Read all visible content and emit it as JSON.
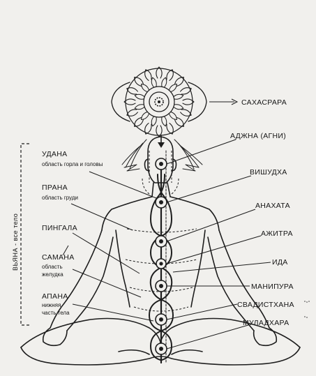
{
  "diagram": {
    "right_labels": {
      "sahasrara": "САХАСРАРА",
      "ajna": "АДЖНА (АГНИ)",
      "vishuddha": "ВИШУДХА",
      "anahata": "АНАХАТА",
      "ajitra": "АЖИТРА",
      "ida": "ИДА",
      "manipura": "МАНИПУРА",
      "svadhisthana": "СВАДИСТХАНА",
      "muladhara": "МУЛАДХАРА"
    },
    "left_labels": {
      "udana": {
        "title": "УДАНА",
        "subtitle": "область горла и головы"
      },
      "prana": {
        "title": "ПРАНА",
        "subtitle": "область груди"
      },
      "pingala": {
        "title": "ПИНГАЛА"
      },
      "samana": {
        "title": "САМАНА",
        "subtitle_1": "область",
        "subtitle_2": "желудка"
      },
      "apana": {
        "title": "АПАНА",
        "subtitle_1": "нижняя",
        "subtitle_2": "часть тела"
      }
    },
    "side_label": "ВЬЯНА - все тело"
  }
}
